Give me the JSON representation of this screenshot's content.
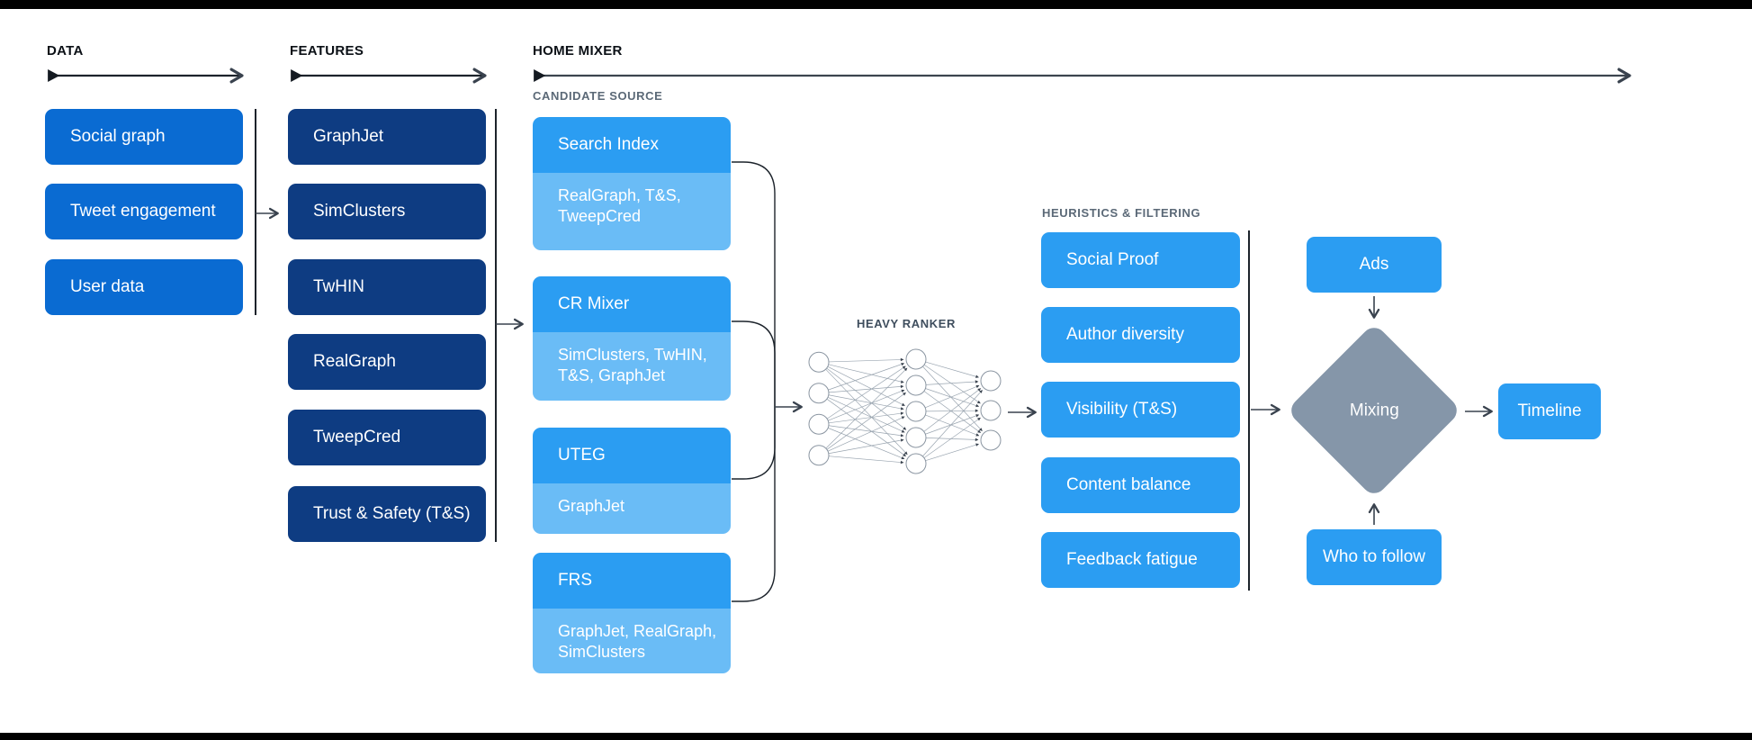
{
  "colors": {
    "data_box": "#0a6bd2",
    "features_box": "#0e3c82",
    "primary_box": "#2b9df2",
    "sub_box": "#6abcf6",
    "diamond": "#8596a9",
    "header_line": "#1c232b",
    "flow_arrow": "#39424e",
    "net_line": "#9aa5b0",
    "net_node_stroke": "#8a95a1",
    "muted_label": "#5b6977",
    "top_bottom_bars": "#000000"
  },
  "sections": {
    "data": {
      "label": "DATA",
      "items": [
        "Social graph",
        "Tweet engagement",
        "User data"
      ]
    },
    "features": {
      "label": "FEATURES",
      "items": [
        "GraphJet",
        "SimClusters",
        "TwHIN",
        "RealGraph",
        "TweepCred",
        "Trust & Safety (T&S)"
      ]
    },
    "home_mixer": {
      "label": "HOME MIXER",
      "candidate_source": {
        "label": "CANDIDATE SOURCE",
        "groups": [
          {
            "title": "Search Index",
            "subtitle": "RealGraph, T&S, TweepCred"
          },
          {
            "title": "CR Mixer",
            "subtitle": "SimClusters, TwHIN, T&S, GraphJet"
          },
          {
            "title": "UTEG",
            "subtitle": "GraphJet"
          },
          {
            "title": "FRS",
            "subtitle": "GraphJet, RealGraph, SimClusters"
          }
        ]
      },
      "heavy_ranker": {
        "label": "HEAVY RANKER",
        "layers": [
          4,
          5,
          3
        ]
      },
      "heuristics_filtering": {
        "label": "HEURISTICS & FILTERING",
        "items": [
          "Social Proof",
          "Author diversity",
          "Visibility (T&S)",
          "Content balance",
          "Feedback fatigue"
        ]
      },
      "mixing_stage": {
        "ads_label": "Ads",
        "who_to_follow_label": "Who to follow",
        "mixing_label": "Mixing",
        "timeline_label": "Timeline"
      }
    }
  }
}
